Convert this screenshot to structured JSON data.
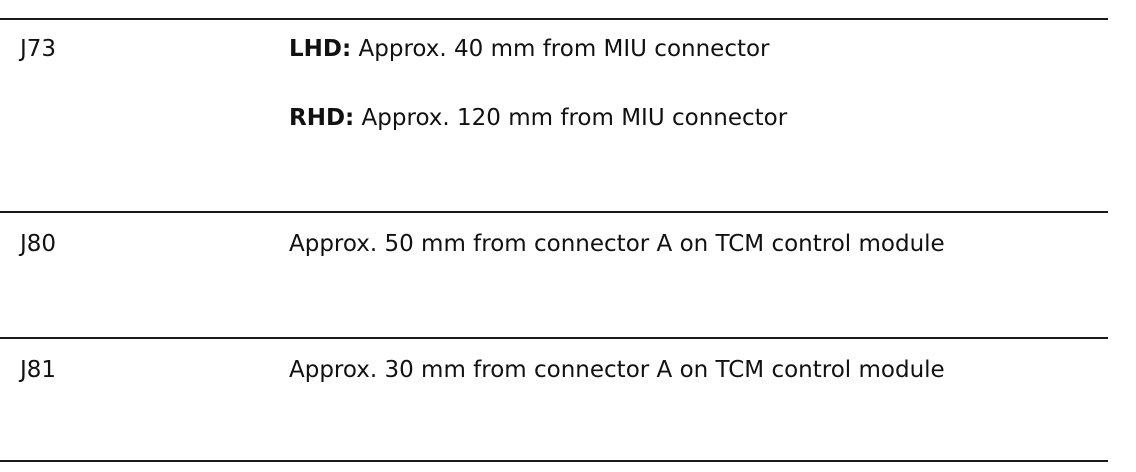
{
  "table": {
    "rows": [
      {
        "id": "J73",
        "lines": [
          {
            "prefix": "LHD:",
            "text": " Approx. 40 mm from MIU connector"
          },
          {
            "prefix": "RHD:",
            "text": " Approx. 120 mm from MIU connector"
          }
        ]
      },
      {
        "id": "J80",
        "text": "Approx. 50 mm from connector A on TCM control module"
      },
      {
        "id": "J81",
        "text": "Approx. 30 mm from connector A on TCM control module"
      }
    ]
  }
}
